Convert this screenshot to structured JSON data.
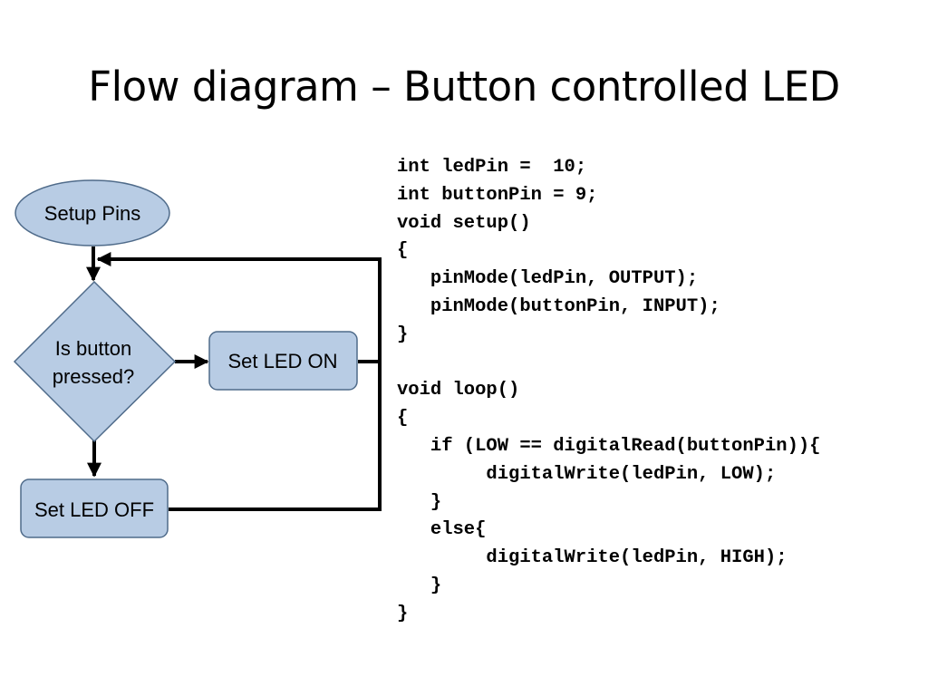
{
  "slide": {
    "title": "Flow diagram – Button controlled LED"
  },
  "flowchart": {
    "setup_node": "Setup Pins",
    "decision_line1": "Is button",
    "decision_line2": "pressed?",
    "led_on_node": "Set LED ON",
    "led_off_node": "Set LED OFF"
  },
  "colors": {
    "node_fill": "#b8cce4",
    "node_stroke": "#4f6b8a",
    "connector": "#000000"
  },
  "code": {
    "lines": [
      "int ledPin =  10;",
      "int buttonPin = 9;",
      "void setup()",
      "{",
      "   pinMode(ledPin, OUTPUT);",
      "   pinMode(buttonPin, INPUT);",
      "}",
      "",
      "void loop()",
      "{",
      "   if (LOW == digitalRead(buttonPin)){",
      "        digitalWrite(ledPin, LOW);",
      "   }",
      "   else{",
      "        digitalWrite(ledPin, HIGH);",
      "   }",
      "}"
    ]
  }
}
